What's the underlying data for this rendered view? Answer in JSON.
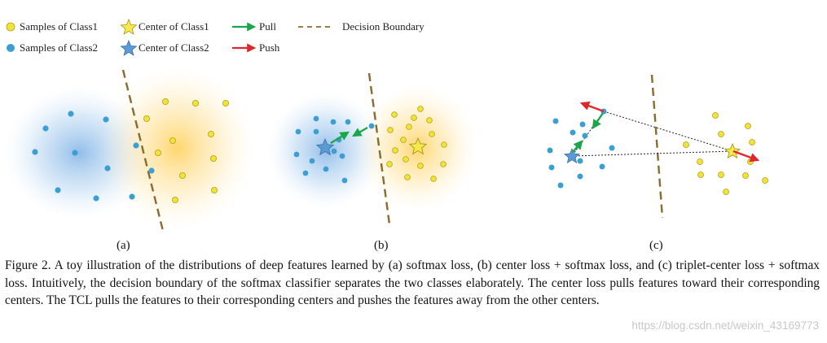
{
  "legend": {
    "samples_class1": "Samples of Class1",
    "samples_class2": "Samples of Class2",
    "center_class1": "Center of Class1",
    "center_class2": "Center of Class2",
    "pull": "Pull",
    "push": "Push",
    "decision_boundary": "Decision Boundary"
  },
  "panels": {
    "a": "(a)",
    "b": "(b)",
    "c": "(c)"
  },
  "colors": {
    "class1_fill": "#f2e33a",
    "class1_stroke": "#b3a11a",
    "class2_fill": "#3c9fd2",
    "center1_fill": "#f5e94c",
    "center2_fill": "#5b9bd5",
    "pull": "#1aa64a",
    "push": "#e0262a",
    "boundary": "#8b6a2f",
    "glow_blue": "#7fb2e5",
    "glow_yellow": "#ffcf55"
  },
  "caption": "Figure 2. A toy illustration of the distributions of deep features learned by (a) softmax loss, (b) center loss + softmax loss, and (c) triplet-center loss + softmax loss. Intuitively, the decision boundary of the softmax classifier separates the two classes elaborately. The center loss pulls features toward their corresponding centers. The TCL pulls the features to their corresponding centers and pushes the features away from the other centers.",
  "watermark": "https://blog.csdn.net/weixin_43169773"
}
